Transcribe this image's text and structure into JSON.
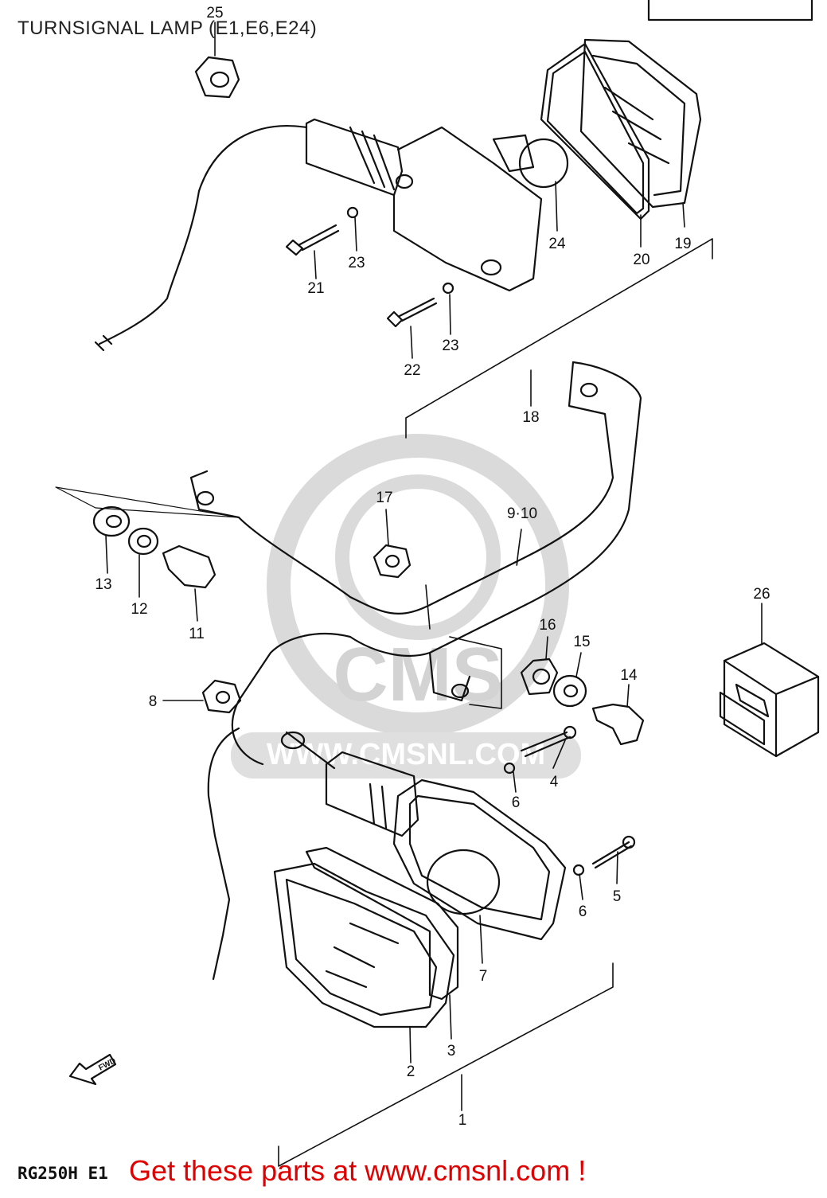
{
  "title": "TURNSIGNAL LAMP (E1,E6,E24)",
  "model_code": "RG250H E1",
  "footer_cta": "Get these parts at www.cmsnl.com !",
  "watermark": {
    "logo_text": "CMS",
    "url_text": "WWW.CMSNL.COM"
  },
  "fwd_label": "FWD",
  "colors": {
    "ink": "#111111",
    "cta": "#e10000",
    "watermark": "#cfcfcf"
  },
  "callouts": [
    "25",
    "24",
    "20",
    "19",
    "23",
    "21",
    "23",
    "22",
    "18",
    "17",
    "9·10",
    "13",
    "12",
    "11",
    "16",
    "15",
    "14",
    "26",
    "8",
    "4",
    "6",
    "5",
    "6",
    "7",
    "2",
    "3",
    "1"
  ]
}
